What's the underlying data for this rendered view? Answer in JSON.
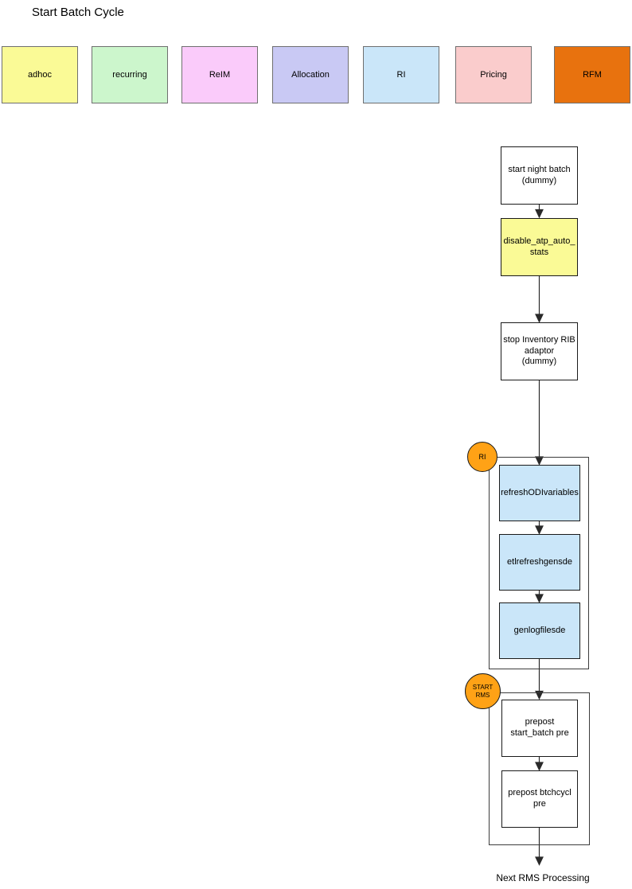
{
  "title": "Start Batch Cycle",
  "legend": {
    "items": [
      {
        "label": "adhoc",
        "color": "#FAFA96"
      },
      {
        "label": "recurring",
        "color": "#CCF6CC"
      },
      {
        "label": "ReIM",
        "color": "#FACBFA"
      },
      {
        "label": "Allocation",
        "color": "#C9C9F4"
      },
      {
        "label": "RI",
        "color": "#CAE6F9"
      },
      {
        "label": "Pricing",
        "color": "#FACCCC"
      },
      {
        "label": "RFM",
        "color": "#E8720E"
      }
    ]
  },
  "flow": {
    "nodes": {
      "start_night_batch": {
        "label": "start night batch\n(dummy)",
        "color": "#FFFFFF"
      },
      "disable_atp": {
        "label": "disable_atp_auto_\nstats",
        "color": "#FAFA96"
      },
      "stop_rib": {
        "label": "stop Inventory RIB\nadaptor\n(dummy)",
        "color": "#FFFFFF"
      },
      "refresh_odi": {
        "label": "refreshODIvariables",
        "color": "#CAE6F9"
      },
      "etl_refresh": {
        "label": "etlrefreshgensde",
        "color": "#CAE6F9"
      },
      "genlog": {
        "label": "genlogfilesde",
        "color": "#CAE6F9"
      },
      "prepost_start": {
        "label": "prepost\nstart_batch pre",
        "color": "#FFFFFF"
      },
      "prepost_btchcycl": {
        "label": "prepost btchcycl\npre",
        "color": "#FFFFFF"
      }
    },
    "badges": {
      "ri": {
        "label": "RI",
        "color": "#FFA216"
      },
      "start_rms": {
        "label": "START\nRMS",
        "color": "#FFA216"
      }
    },
    "footer": "Next RMS Processing"
  }
}
